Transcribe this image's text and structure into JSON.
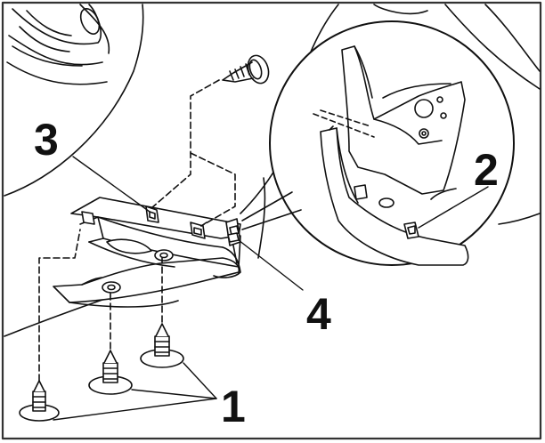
{
  "diagram": {
    "callouts": [
      {
        "id": "c1",
        "label": "1"
      },
      {
        "id": "c2",
        "label": "2"
      },
      {
        "id": "c3",
        "label": "3"
      },
      {
        "id": "c4",
        "label": "4"
      }
    ],
    "colors": {
      "line": "#111111",
      "fill": "#ffffff",
      "border": "#333333"
    }
  }
}
